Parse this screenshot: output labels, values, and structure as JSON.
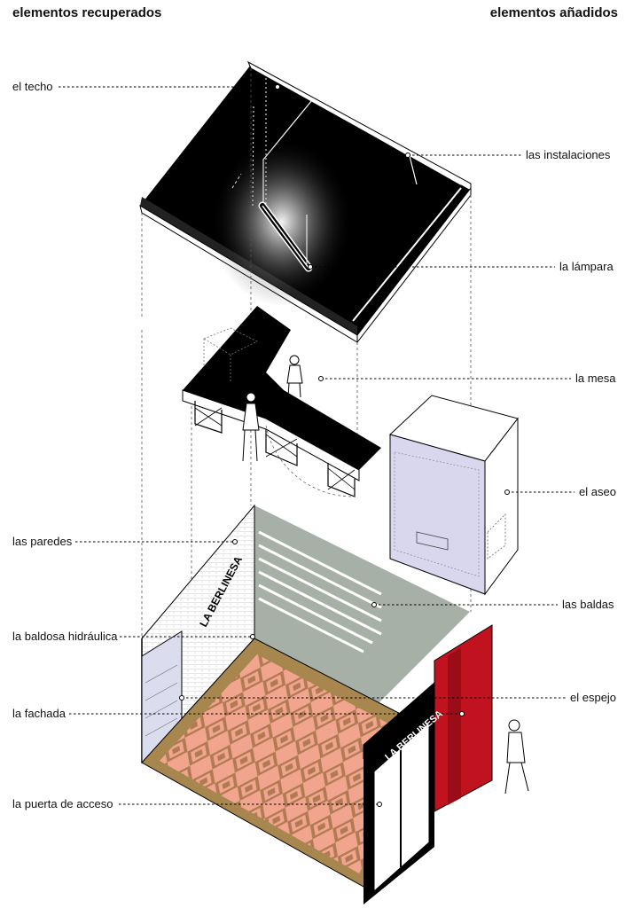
{
  "header": {
    "left_title": "elementos recuperados",
    "right_title": "elementos añadidos"
  },
  "labels": {
    "techo": "el techo",
    "instalaciones": "las instalaciones",
    "lampara": "la lámpara",
    "mesa": "la mesa",
    "aseo": "el aseo",
    "paredes": "las paredes",
    "baldas": "las baldas",
    "baldosa": "la baldosa hidráulica",
    "espejo": "el espejo",
    "fachada": "la fachada",
    "puerta": "la puerta de acceso"
  },
  "signage": {
    "sign_text": "LA BERLINESA"
  },
  "colors": {
    "ceiling": "#000000",
    "tile_light": "#f2a58e",
    "tile_dark": "#b07a52",
    "facade_red": "#c0121f",
    "wall_grey": "#9aa59c",
    "aseo_tint": "#d9d7ee"
  }
}
